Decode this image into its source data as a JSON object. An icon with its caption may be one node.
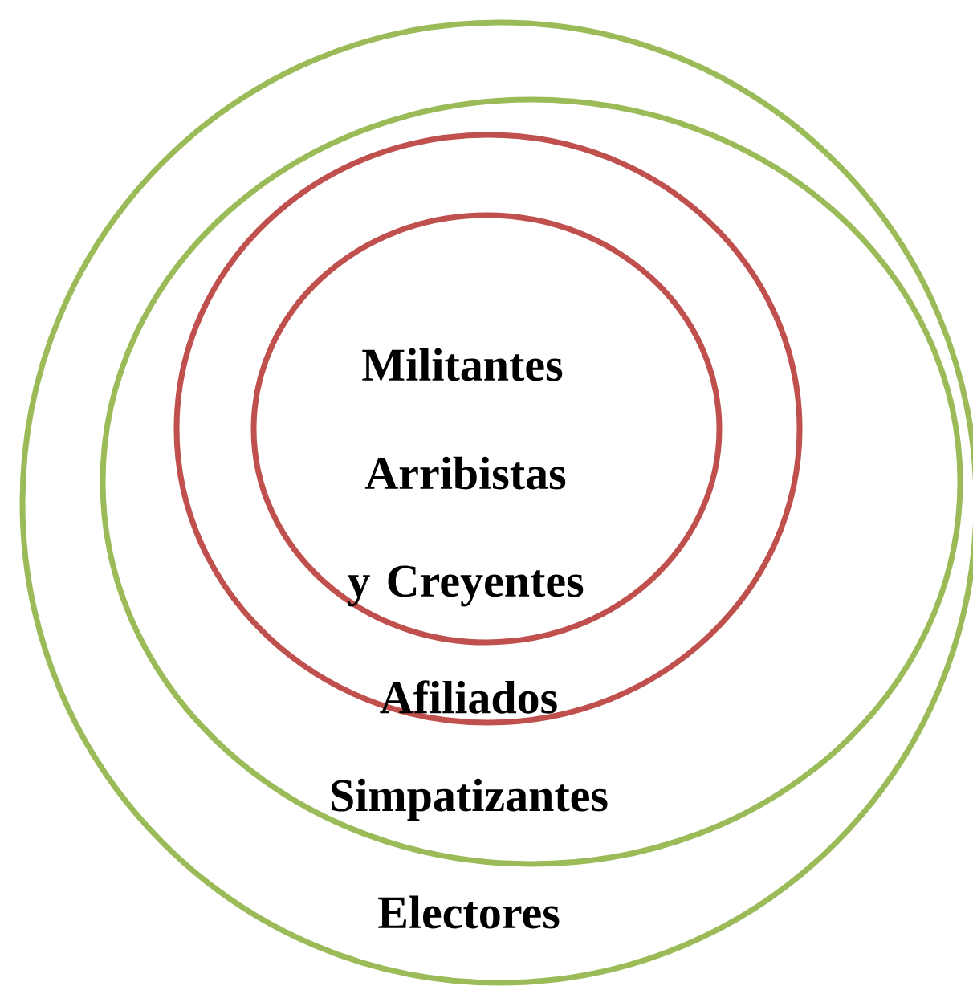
{
  "diagram": {
    "nodes": [
      {
        "text": [
          "Electores"
        ]
      },
      {
        "text": [
          "Simpatizantes"
        ],
        "in": 0
      },
      {
        "text": [
          "Afiliados"
        ],
        "in": 1
      },
      {
        "text": [
          "Militantes",
          "Arribistas y Creyentes"
        ],
        "in": 2
      }
    ]
  }
}
